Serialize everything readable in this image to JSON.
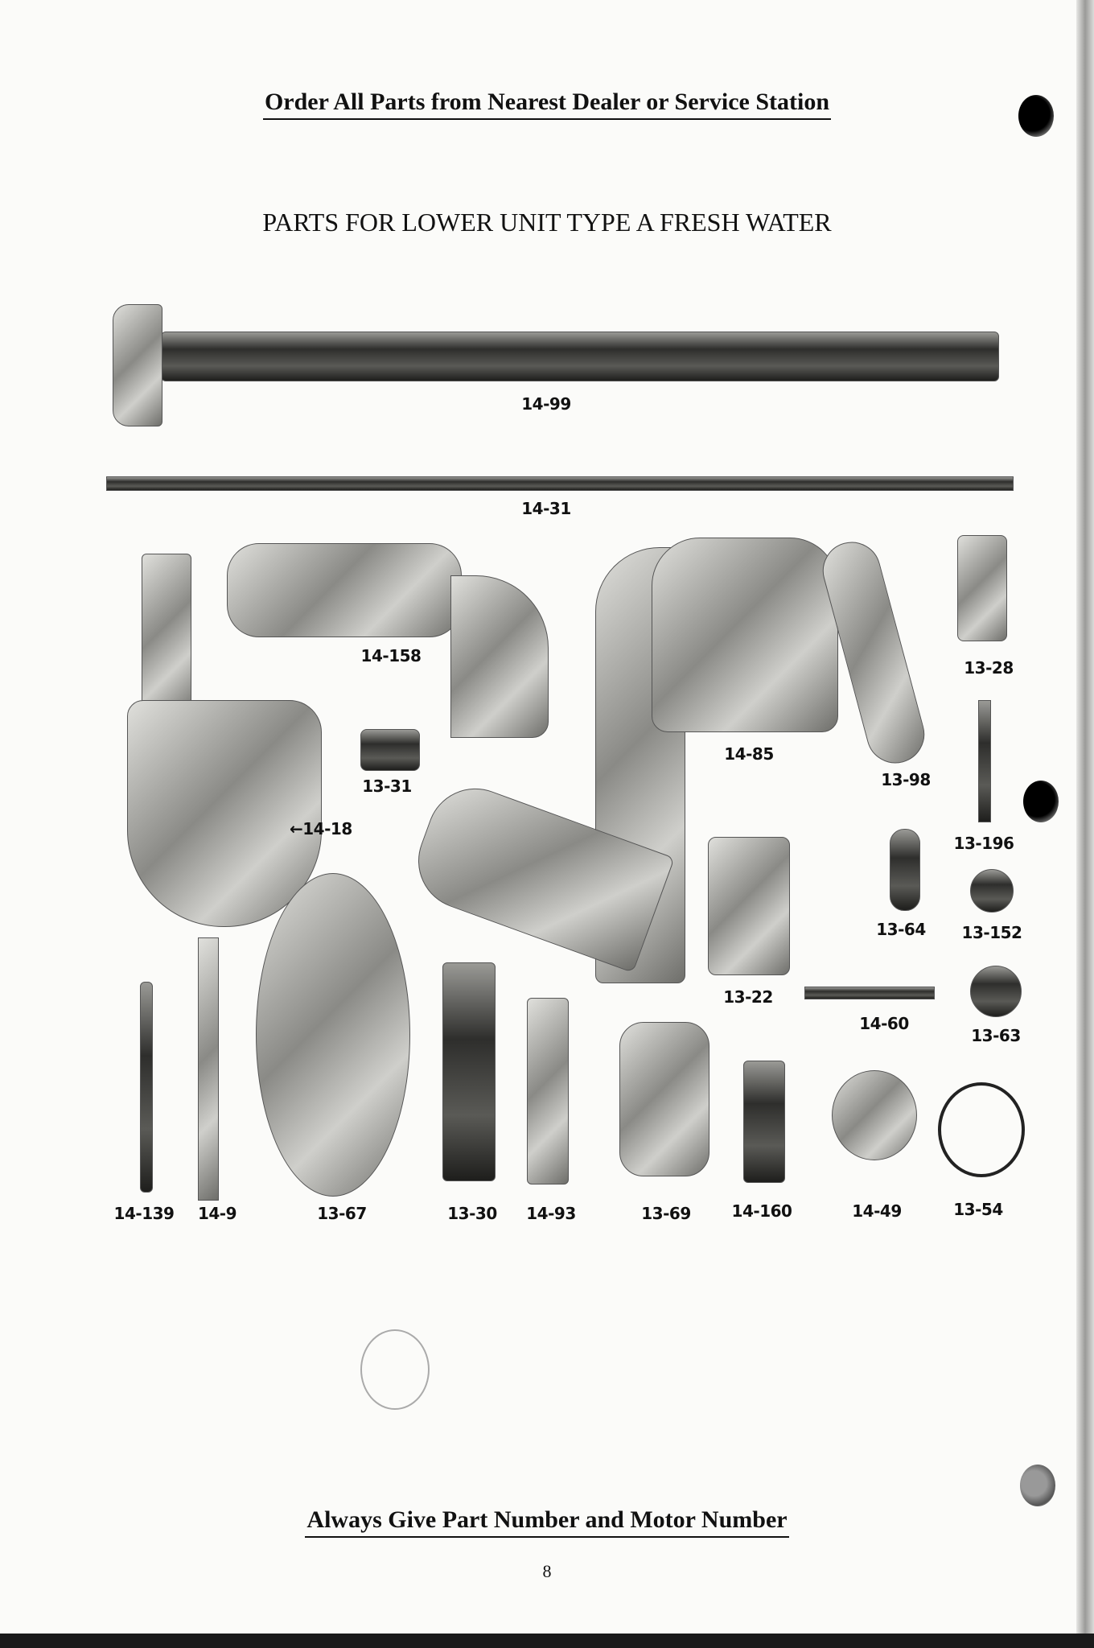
{
  "header": "Order All Parts from Nearest Dealer or Service Station",
  "title": "PARTS FOR LOWER UNIT TYPE A FRESH WATER",
  "parts": {
    "p14_99": "14-99",
    "p14_31": "14-31",
    "p14_158": "14-158",
    "p13_31": "13-31",
    "p14_18": "14-18",
    "p14_85": "14-85",
    "p13_98": "13-98",
    "p13_28": "13-28",
    "p13_196": "13-196",
    "p13_64": "13-64",
    "p13_152": "13-152",
    "p13_22": "13-22",
    "p14_60": "14-60",
    "p13_63": "13-63",
    "p14_139": "14-139",
    "p14_9": "14-9",
    "p13_67": "13-67",
    "p13_30": "13-30",
    "p14_93": "14-93",
    "p13_69": "13-69",
    "p14_160": "14-160",
    "p14_49": "14-49",
    "p13_54": "13-54"
  },
  "arrow_glyph": "←",
  "footer": "Always Give Part Number and Motor Number",
  "page_number": "8"
}
